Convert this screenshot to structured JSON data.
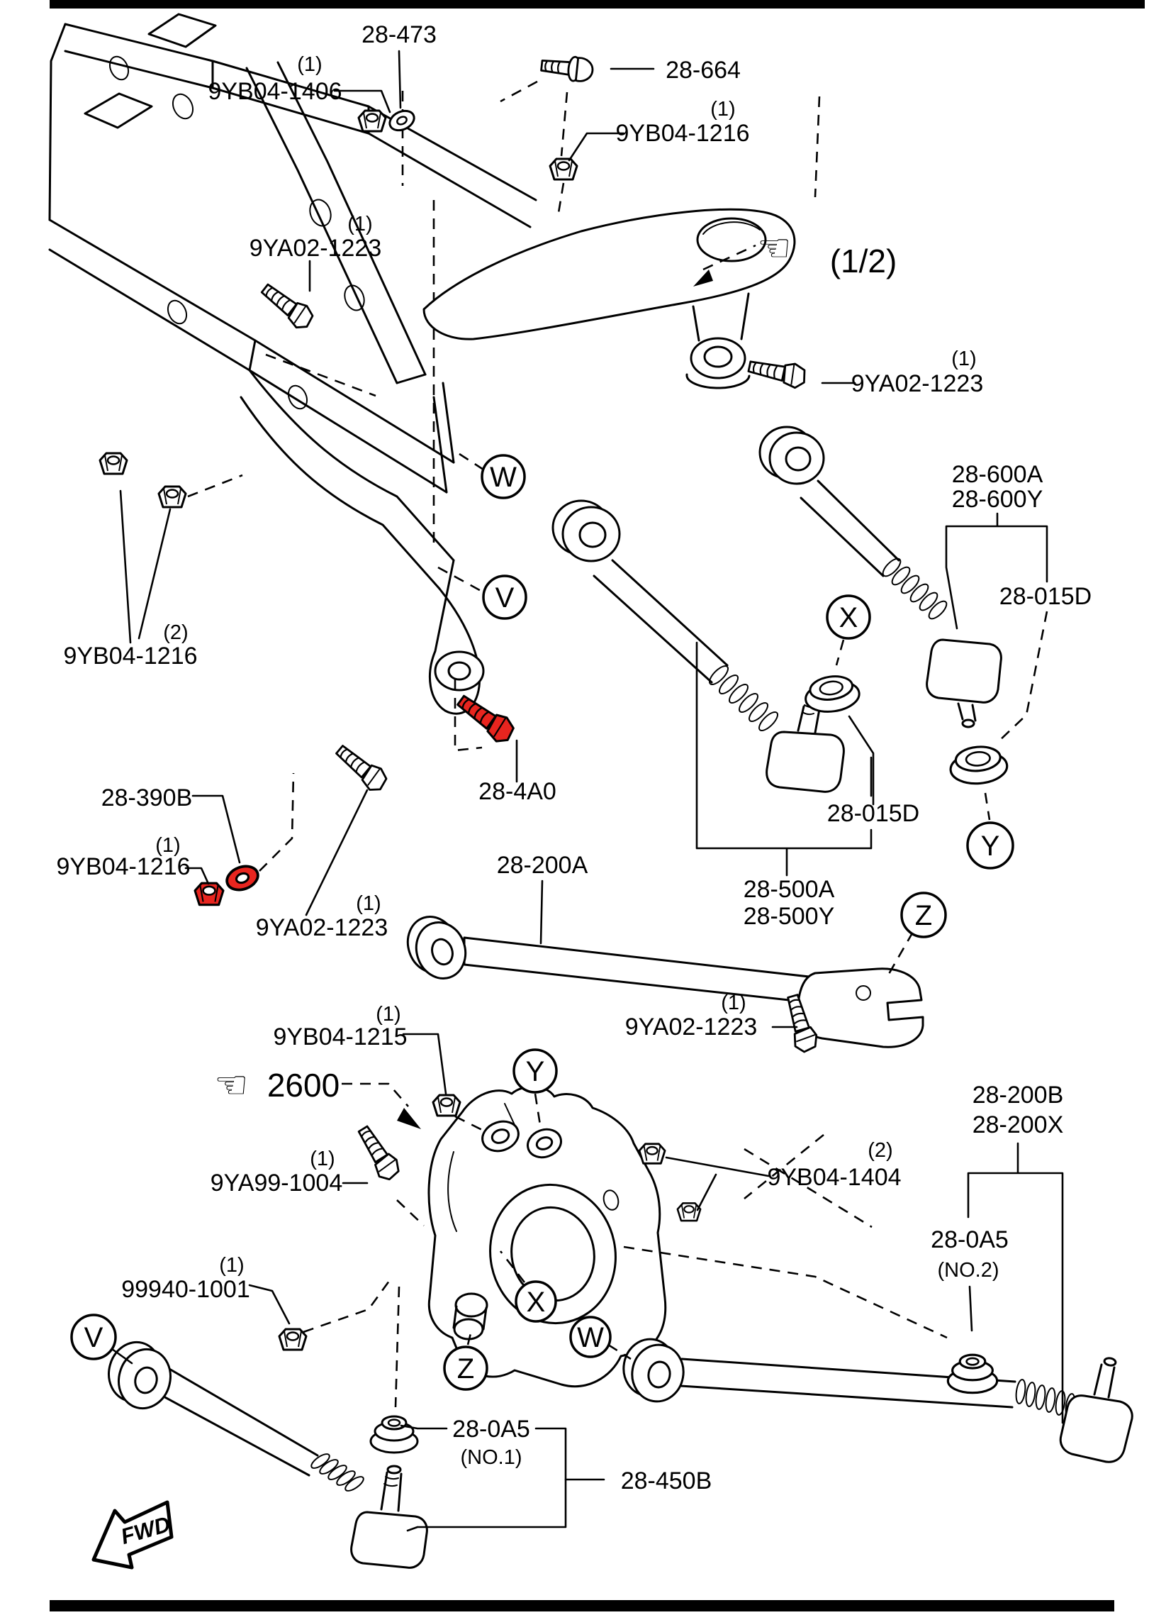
{
  "page": {
    "background": "#ffffff",
    "line_color": "#000000",
    "highlight_color": "#e8251f"
  },
  "icons": {
    "hand_pointer": {
      "glyph": "☜",
      "meaning": "reference-pointer"
    }
  },
  "labels": [
    {
      "text": "28-473"
    },
    {
      "text": "(1)"
    },
    {
      "text": "9YB04-1406"
    },
    {
      "text": "28-664"
    },
    {
      "text": "(1)"
    },
    {
      "text": "9YB04-1216"
    },
    {
      "text": "(1)"
    },
    {
      "text": "9YA02-1223"
    },
    {
      "text": "(1/2)"
    },
    {
      "text": "(1)"
    },
    {
      "text": "9YA02-1223"
    },
    {
      "text": "28-600A"
    },
    {
      "text": "28-600Y"
    },
    {
      "text": "28-015D"
    },
    {
      "text": "(2)"
    },
    {
      "text": "9YB04-1216"
    },
    {
      "text": "28-390B"
    },
    {
      "text": "(1)"
    },
    {
      "text": "9YB04-1216"
    },
    {
      "text": "28-4A0"
    },
    {
      "text": "(1)"
    },
    {
      "text": "9YA02-1223"
    },
    {
      "text": "28-200A"
    },
    {
      "text": "28-500A"
    },
    {
      "text": "28-500Y"
    },
    {
      "text": "28-015D"
    },
    {
      "text": "(1)"
    },
    {
      "text": "9YA02-1223"
    },
    {
      "text": "(1)"
    },
    {
      "text": "9YB04-1215"
    },
    {
      "text": "2600"
    },
    {
      "text": "(1)"
    },
    {
      "text": "9YA99-1004"
    },
    {
      "text": "(2)"
    },
    {
      "text": "9YB04-1404"
    },
    {
      "text": "28-200B"
    },
    {
      "text": "28-200X"
    },
    {
      "text": "28-0A5"
    },
    {
      "text": "(NO.2)"
    },
    {
      "text": "(1)"
    },
    {
      "text": "99940-1001"
    },
    {
      "text": "28-0A5"
    },
    {
      "text": "(NO.1)"
    },
    {
      "text": "28-450B"
    },
    {
      "text": "FWD"
    }
  ],
  "callouts": [
    {
      "letter": "W"
    },
    {
      "letter": "V"
    },
    {
      "letter": "X"
    },
    {
      "letter": "Y"
    },
    {
      "letter": "Z"
    },
    {
      "letter": "Y"
    },
    {
      "letter": "X"
    },
    {
      "letter": "W"
    },
    {
      "letter": "Z"
    },
    {
      "letter": "V"
    }
  ]
}
